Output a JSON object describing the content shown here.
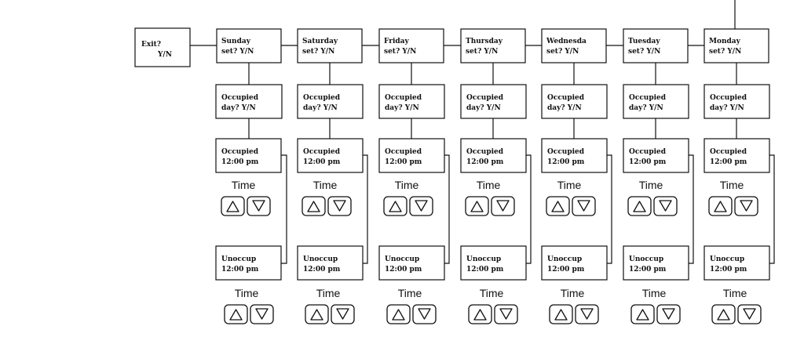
{
  "exit_box": {
    "line1": "Exit?",
    "line2": "Y/N"
  },
  "days": [
    {
      "set_line1": "Sunday",
      "set_line2": "set? Y/N"
    },
    {
      "set_line1": "Saturday",
      "set_line2": "set? Y/N"
    },
    {
      "set_line1": "Friday",
      "set_line2": "set? Y/N"
    },
    {
      "set_line1": "Thursday",
      "set_line2": "set? Y/N"
    },
    {
      "set_line1": "Wednesda",
      "set_line2": "set? Y/N"
    },
    {
      "set_line1": "Tuesday",
      "set_line2": "set? Y/N"
    },
    {
      "set_line1": "Monday",
      "set_line2": "set? Y/N"
    }
  ],
  "occupied_day": {
    "line1": "Occupied",
    "line2": "day? Y/N"
  },
  "occupied_time": {
    "line1": "Occupied",
    "line2": "12:00 pm"
  },
  "unoccupied_time": {
    "line1": "Unoccup",
    "line2": "12:00 pm"
  },
  "time_label": "Time",
  "icons": {
    "up": "up-arrow-icon",
    "down": "down-arrow-icon"
  }
}
